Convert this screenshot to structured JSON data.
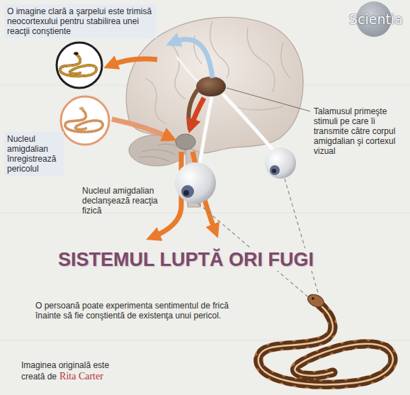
{
  "diagram": {
    "title": "SISTEMUL LUPTĂ ORI FUGI",
    "labels": [
      "Scientia",
      "O imagine clară a şarpelui este trimisă neocortexului pentru stabilirea unei reacţii conştiente",
      "Talamusul primeşte stimuli pe care îi transmite către corpul amigdalian şi cortexul vizual",
      "Nucleul amigdalian înregistrează pericolul",
      "Nucleul amigdalian declanşează reacţia fizică",
      "O persoană poate experimenta sentimentul de frică înainte să fie conştientă de existenţa unui pericol.",
      "Imaginea originală este creată de",
      "Rita Carter"
    ]
  }
}
